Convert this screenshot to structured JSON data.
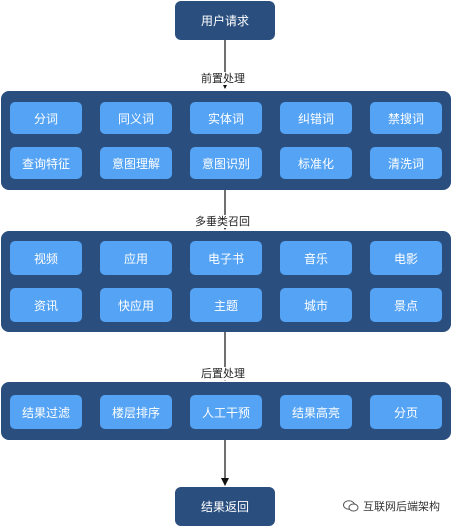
{
  "start": "用户请求",
  "end": "结果返回",
  "stages": {
    "pre": {
      "label": "前置处理",
      "row1": [
        "分词",
        "同义词",
        "实体词",
        "纠错词",
        "禁搜词"
      ],
      "row2": [
        "查询特征",
        "意图理解",
        "意图识别",
        "标准化",
        "清洗词"
      ]
    },
    "recall": {
      "label": "多垂类召回",
      "row1": [
        "视频",
        "应用",
        "电子书",
        "音乐",
        "电影"
      ],
      "row2": [
        "资讯",
        "快应用",
        "主题",
        "城市",
        "景点"
      ]
    },
    "post": {
      "label": "后置处理",
      "row1": [
        "结果过滤",
        "楼层排序",
        "人工干预",
        "结果高亮",
        "分页"
      ]
    }
  },
  "watermark": "互联网后端架构",
  "colors": {
    "panel": "#2a4f7f",
    "node": "#55a3f5",
    "arrow": "#111111"
  }
}
